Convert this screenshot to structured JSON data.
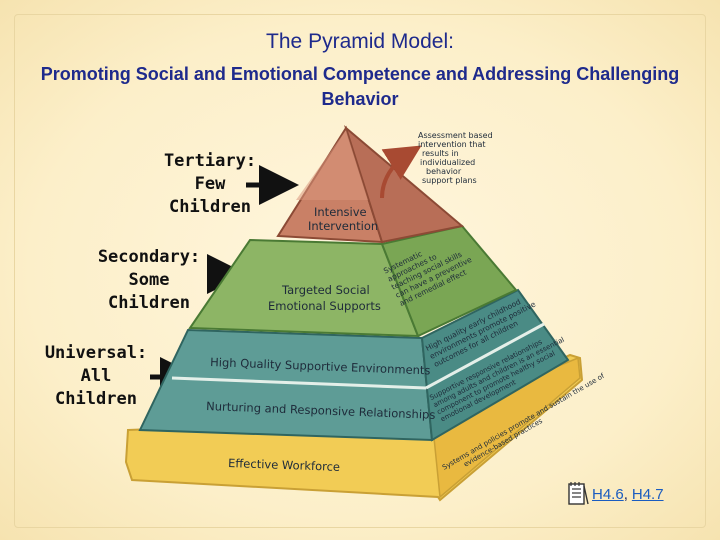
{
  "title": "The Pyramid Model:",
  "subtitle": "Promoting Social and Emotional Competence and Addressing Challenging Behavior",
  "tiers": {
    "tertiary": [
      "Tertiary:",
      "Few",
      "Children"
    ],
    "secondary": [
      "Secondary:",
      "Some",
      "Children"
    ],
    "universal": [
      "Universal:",
      "All",
      "Children"
    ]
  },
  "pyramid": {
    "top_label": [
      "Intensive",
      "Intervention"
    ],
    "mid_label": [
      "Targeted Social",
      "Emotional Supports"
    ],
    "upper_base_label": "High Quality Supportive Environments",
    "lower_base_label": "Nurturing and Responsive Relationships",
    "foundation_label": "Effective Workforce",
    "top_side": [
      "Assessment based",
      "intervention that",
      "results in",
      "individualized",
      "behavior",
      "support plans"
    ],
    "mid_side": [
      "Systematic",
      "approaches to",
      "teaching social skills",
      "can have a preventive",
      "and remedial effect"
    ],
    "upper_side": [
      "High quality early childhood",
      "environments promote positive",
      "outcomes for all children"
    ],
    "lower_side": [
      "Supportive responsive relationships",
      "among adults and children is an essential",
      "component to promote healthy social",
      "emotional development"
    ],
    "foundation_side": [
      "Systems and policies promote and sustain the use of",
      "evidence-based practices"
    ]
  },
  "colors": {
    "title": "#1e2a8c",
    "top_tier": "#c98066",
    "middle_tier": "#8db565",
    "base_tier": "#5e9c96",
    "foundation": "#f2cc55"
  },
  "icons": [
    "arrow-right-icon",
    "curved-arrow-icon",
    "notepad-icon"
  ],
  "refs": {
    "link1": "H4.6",
    "sep": ",",
    "link2": "H4.7"
  }
}
